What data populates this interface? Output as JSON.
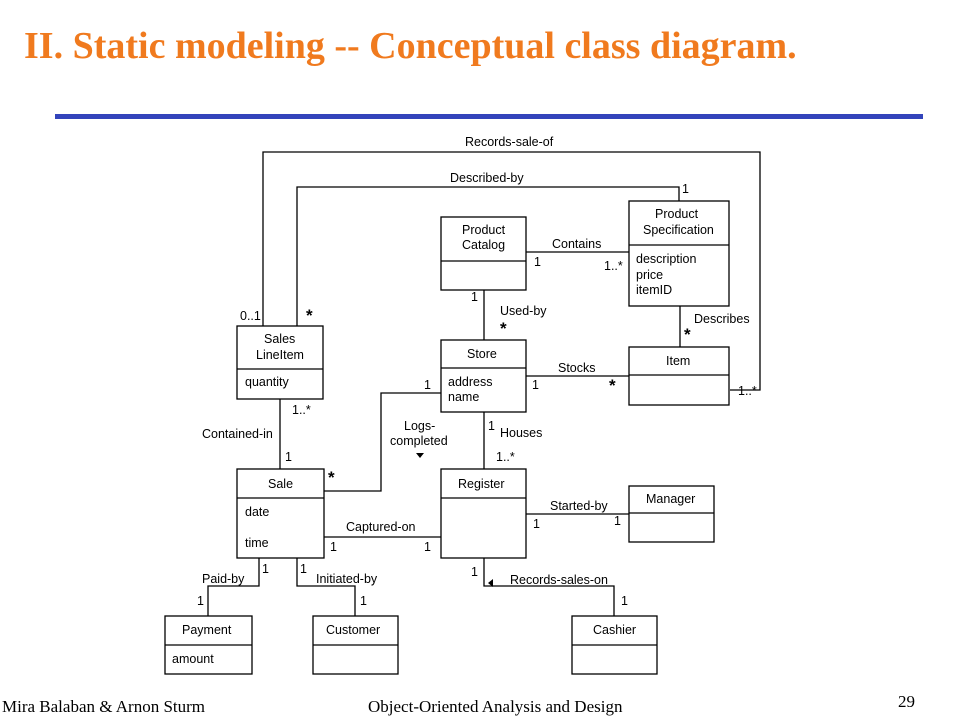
{
  "slide": {
    "title": "II. Static modeling -- Conceptual class diagram.",
    "accent_color": "#f07a1e",
    "rule_color": "#3344bb"
  },
  "classes": {
    "product_catalog": {
      "name_line1": "Product",
      "name_line2": "Catalog"
    },
    "product_specification": {
      "name_line1": "Product",
      "name_line2": "Specification",
      "attributes": [
        "description",
        "price",
        "itemID"
      ]
    },
    "sales_line_item": {
      "name_line1": "Sales",
      "name_line2": "LineItem",
      "attributes": [
        "quantity"
      ]
    },
    "store": {
      "name": "Store",
      "attributes": [
        "address",
        "name"
      ]
    },
    "item": {
      "name": "Item"
    },
    "sale": {
      "name": "Sale",
      "attributes": [
        "date",
        "time"
      ]
    },
    "register": {
      "name": "Register"
    },
    "manager": {
      "name": "Manager"
    },
    "payment": {
      "name": "Payment",
      "attributes": [
        "amount"
      ]
    },
    "customer": {
      "name": "Customer"
    },
    "cashier": {
      "name": "Cashier"
    }
  },
  "associations": {
    "records_sale_of": "Records-sale-of",
    "described_by": "Described-by",
    "contains": "Contains",
    "used_by": "Used-by",
    "describes": "Describes",
    "stocks": "Stocks",
    "contained_in": "Contained-in",
    "logs_completed_line1": "Logs-",
    "logs_completed_line2": "completed",
    "houses": "Houses",
    "started_by": "Started-by",
    "captured_on": "Captured-on",
    "paid_by": "Paid-by",
    "initiated_by": "Initiated-by",
    "records_sales_on": "Records-sales-on"
  },
  "multiplicities": {
    "one": "1",
    "many": "*",
    "one_or_more": "1..*",
    "zero_or_one": "0..1"
  },
  "footer": {
    "authors": "Mira Balaban  &  Arnon Sturm",
    "course": "Object-Oriented Analysis and Design",
    "page_number": "29"
  }
}
